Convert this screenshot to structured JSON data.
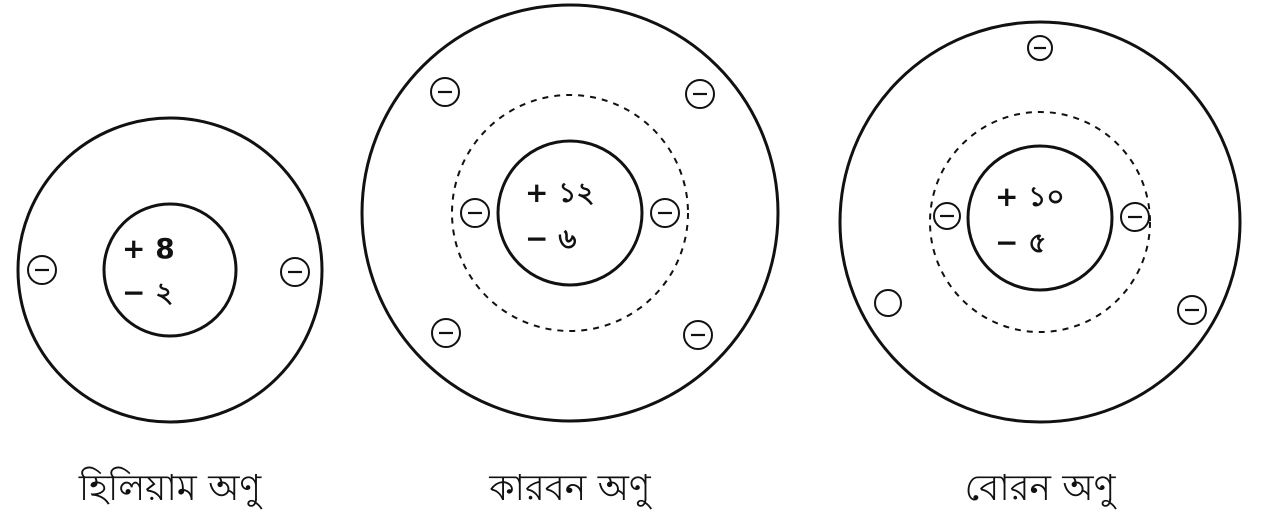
{
  "atoms": [
    {
      "id": "helium",
      "caption": "হিলিয়াম অণু",
      "nucleus": {
        "positive": "+ 8",
        "negative": "− ২"
      },
      "electron_count": 2
    },
    {
      "id": "carbon",
      "caption": "কারবন অণু",
      "nucleus": {
        "positive": "+ ১২",
        "negative": "− ৬"
      },
      "electron_count": 6
    },
    {
      "id": "boron",
      "caption": "বোরন অণু",
      "nucleus": {
        "positive": "+ ১০",
        "negative": "− ৫"
      },
      "electron_count": 5
    }
  ],
  "colors": {
    "ink": "#111111",
    "background": "#ffffff"
  }
}
